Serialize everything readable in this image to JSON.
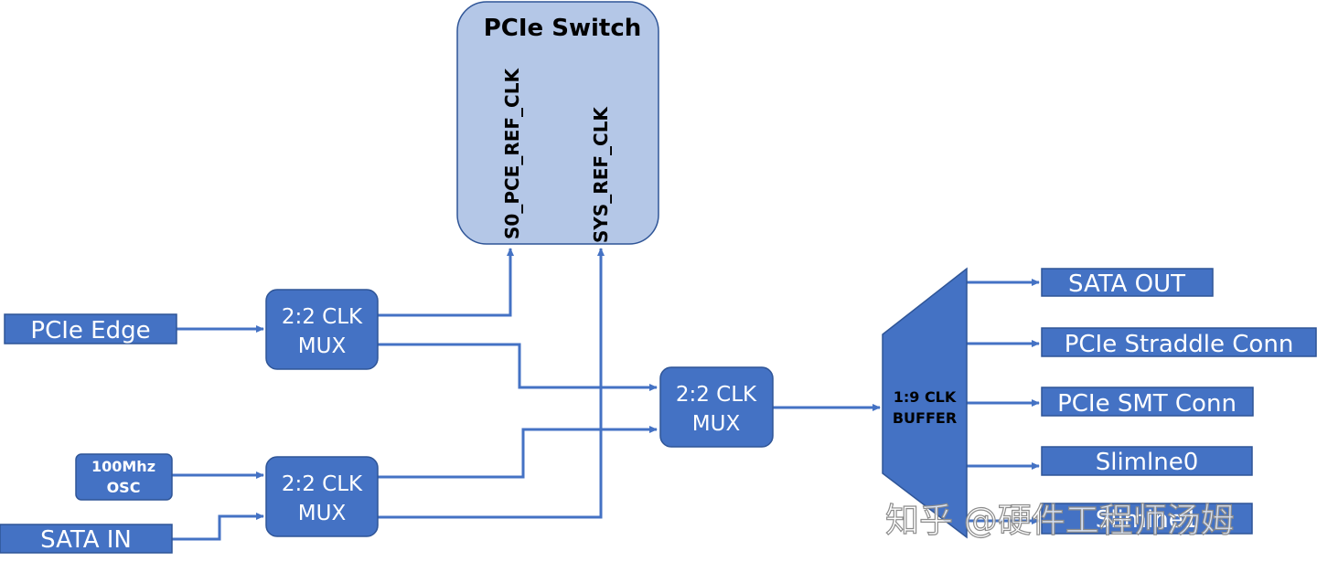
{
  "switch": {
    "title": "PCIe Switch",
    "pin_left": "S0_PCE_REF_CLK",
    "pin_right": "SYS_REF_CLK"
  },
  "inputs": {
    "pcie_edge": "PCIe Edge",
    "osc_line1": "100Mhz",
    "osc_line2": "OSC",
    "sata_in": "SATA IN"
  },
  "mux_top": {
    "line1": "2:2 CLK",
    "line2": "MUX"
  },
  "mux_bottom": {
    "line1": "2:2 CLK",
    "line2": "MUX"
  },
  "mux_mid": {
    "line1": "2:2 CLK",
    "line2": "MUX"
  },
  "buffer": {
    "line1": "1:9 CLK",
    "line2": "BUFFER"
  },
  "outputs": {
    "sata_out": "SATA OUT",
    "straddle": "PCIe Straddle Conn",
    "smt": "PCIe SMT Conn",
    "slimline0": "Slimlne0",
    "slimline1": "Slimlne1"
  },
  "watermark": "知乎 @硬件工程师汤姆",
  "colors": {
    "block_fill": "#4472C4",
    "switch_fill": "#B4C7E7",
    "switch_stroke": "#2F5597",
    "wire": "#4472C4",
    "text_white": "#FFFFFF",
    "text_dark": "#000000"
  }
}
